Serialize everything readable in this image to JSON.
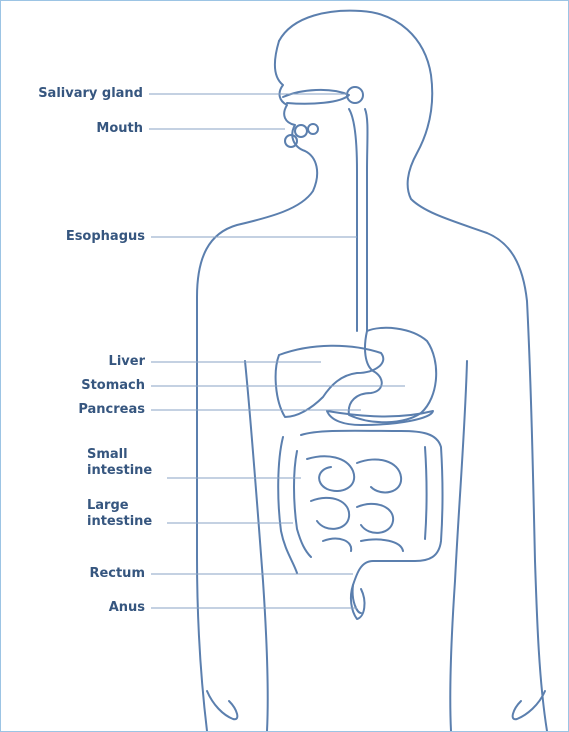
{
  "diagram": {
    "labels": {
      "salivary_gland": "Salivary gland",
      "mouth": "Mouth",
      "esophagus": "Esophagus",
      "liver": "Liver",
      "stomach": "Stomach",
      "pancreas": "Pancreas",
      "small_intestine": [
        "Small",
        "intestine"
      ],
      "large_intestine": [
        "Large",
        "intestine"
      ],
      "rectum": "Rectum",
      "anus": "Anus"
    },
    "colors": {
      "outline": "#5b7fae",
      "leader": "#8aa3c4",
      "text": "#36567f",
      "frame": "#9cc4e4"
    }
  }
}
